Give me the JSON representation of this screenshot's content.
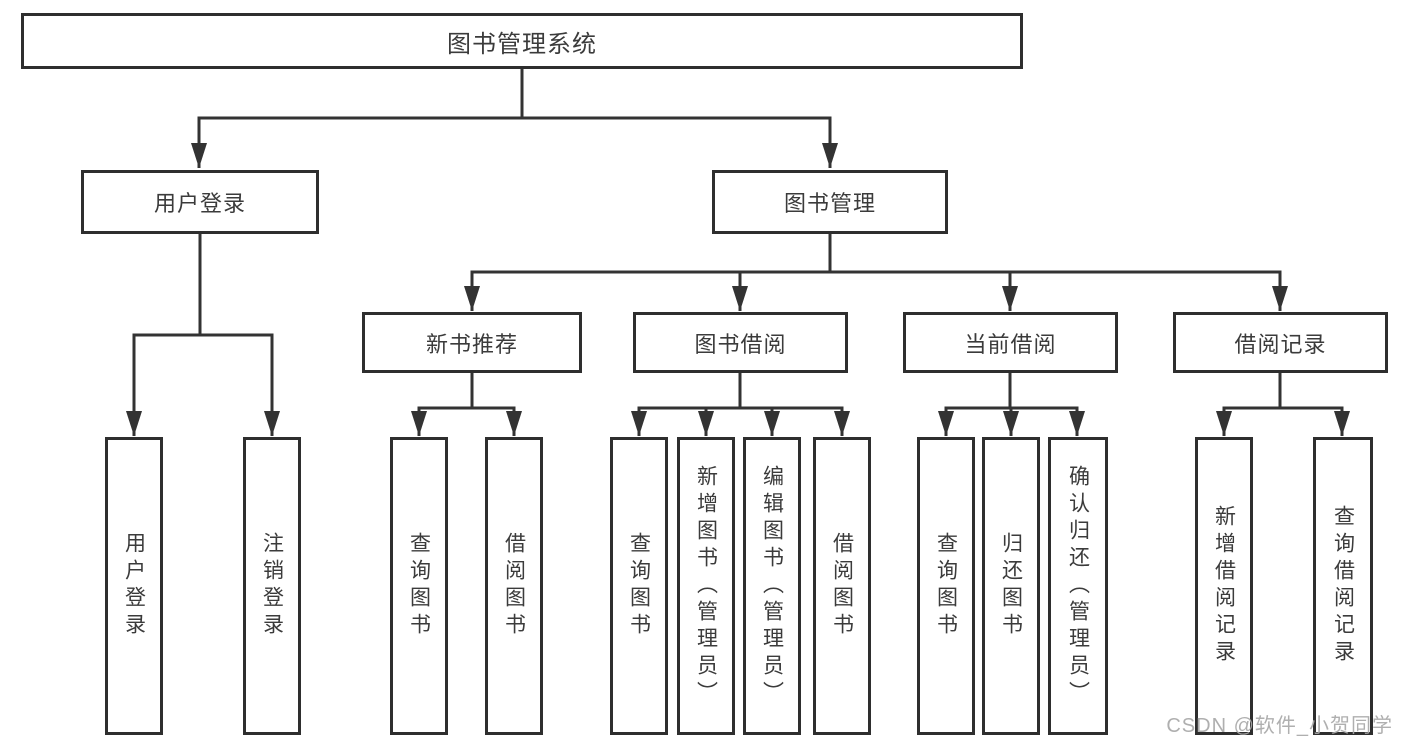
{
  "colors": {
    "line": "#333333",
    "border": "#2e2e2e",
    "text": "#3b3b3b",
    "watermark": "#a8a8a8"
  },
  "watermark": "CSDN @软件_小贺同学",
  "tree": {
    "root": "图书管理系统",
    "children": [
      {
        "label": "用户登录",
        "children": [
          {
            "label": "用户登录"
          },
          {
            "label": "注销登录"
          }
        ]
      },
      {
        "label": "图书管理",
        "children": [
          {
            "label": "新书推荐",
            "children": [
              {
                "label": "查询图书"
              },
              {
                "label": "借阅图书"
              }
            ]
          },
          {
            "label": "图书借阅",
            "children": [
              {
                "label": "查询图书"
              },
              {
                "label": "新增图书（管理员）"
              },
              {
                "label": "编辑图书（管理员）"
              },
              {
                "label": "借阅图书"
              }
            ]
          },
          {
            "label": "当前借阅",
            "children": [
              {
                "label": "查询图书"
              },
              {
                "label": "归还图书"
              },
              {
                "label": "确认归还（管理员）"
              }
            ]
          },
          {
            "label": "借阅记录",
            "children": [
              {
                "label": "新增借阅记录"
              },
              {
                "label": "查询借阅记录"
              }
            ]
          }
        ]
      }
    ]
  }
}
